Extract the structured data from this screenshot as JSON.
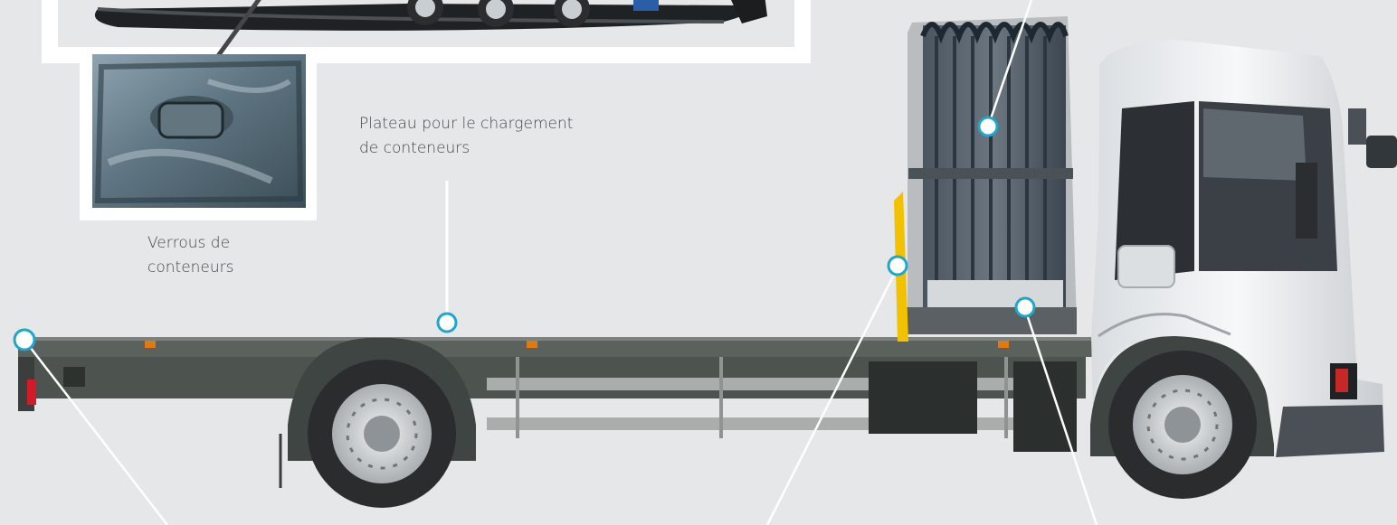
{
  "labels": {
    "platform_line1": "Plateau pour le chargement",
    "platform_line2": "de conteneurs",
    "locks_line1": "Verrous de",
    "locks_line2": "conteneurs"
  },
  "colors": {
    "background": "#e6e7e8",
    "hotspot": "#1ea7c8",
    "body_panel": "#5b625e",
    "cab_white": "#f4f6f8",
    "tyre": "#2a2c2e",
    "accent_yellow": "#f2c200",
    "marker_orange": "#e07a10"
  },
  "icons": {
    "hotspot": "hotspot-circle-icon"
  }
}
